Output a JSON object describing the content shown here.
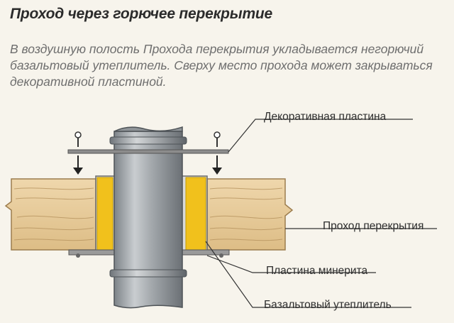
{
  "title": "Проход через горючее перекрытие",
  "description": {
    "lines": [
      "В воздушную полость Прохода перекрытия укладывается негорючий",
      "базальтовый утеплитель. Сверху место прохода может закрываться",
      "декоративной пластиной."
    ]
  },
  "labels": {
    "decor_plate": "Декоративная пластина",
    "passage": "Проход перекрытия",
    "minerite_plate": "Пластина минерита",
    "basalt_insulation": "Базальтовый утеплитель"
  },
  "colors": {
    "wood": "#e8cc9c",
    "insulation": "#f1c11c",
    "pipe": "#a9aeb2",
    "plate": "#8c8c8c",
    "text": "#2e2e2e"
  }
}
